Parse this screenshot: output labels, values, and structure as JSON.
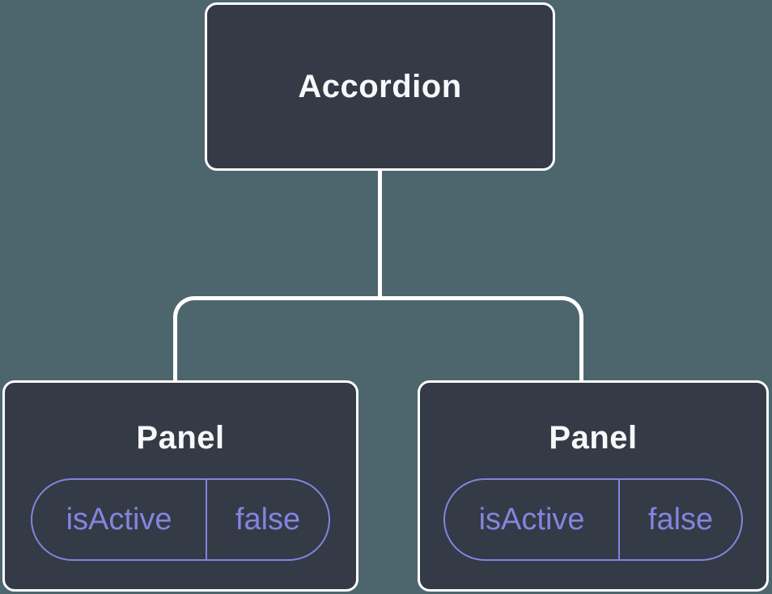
{
  "diagram": {
    "type": "component-tree",
    "root": {
      "label": "Accordion"
    },
    "children": [
      {
        "label": "Panel",
        "state": {
          "name": "isActive",
          "value": "false"
        }
      },
      {
        "label": "Panel",
        "state": {
          "name": "isActive",
          "value": "false"
        }
      }
    ],
    "colors": {
      "background": "#4D666E",
      "node_fill": "#343A46",
      "node_border": "#FFFFFF",
      "node_text": "#F7F8FA",
      "pill_accent": "#8285DE",
      "connector": "#FFFFFF"
    }
  }
}
